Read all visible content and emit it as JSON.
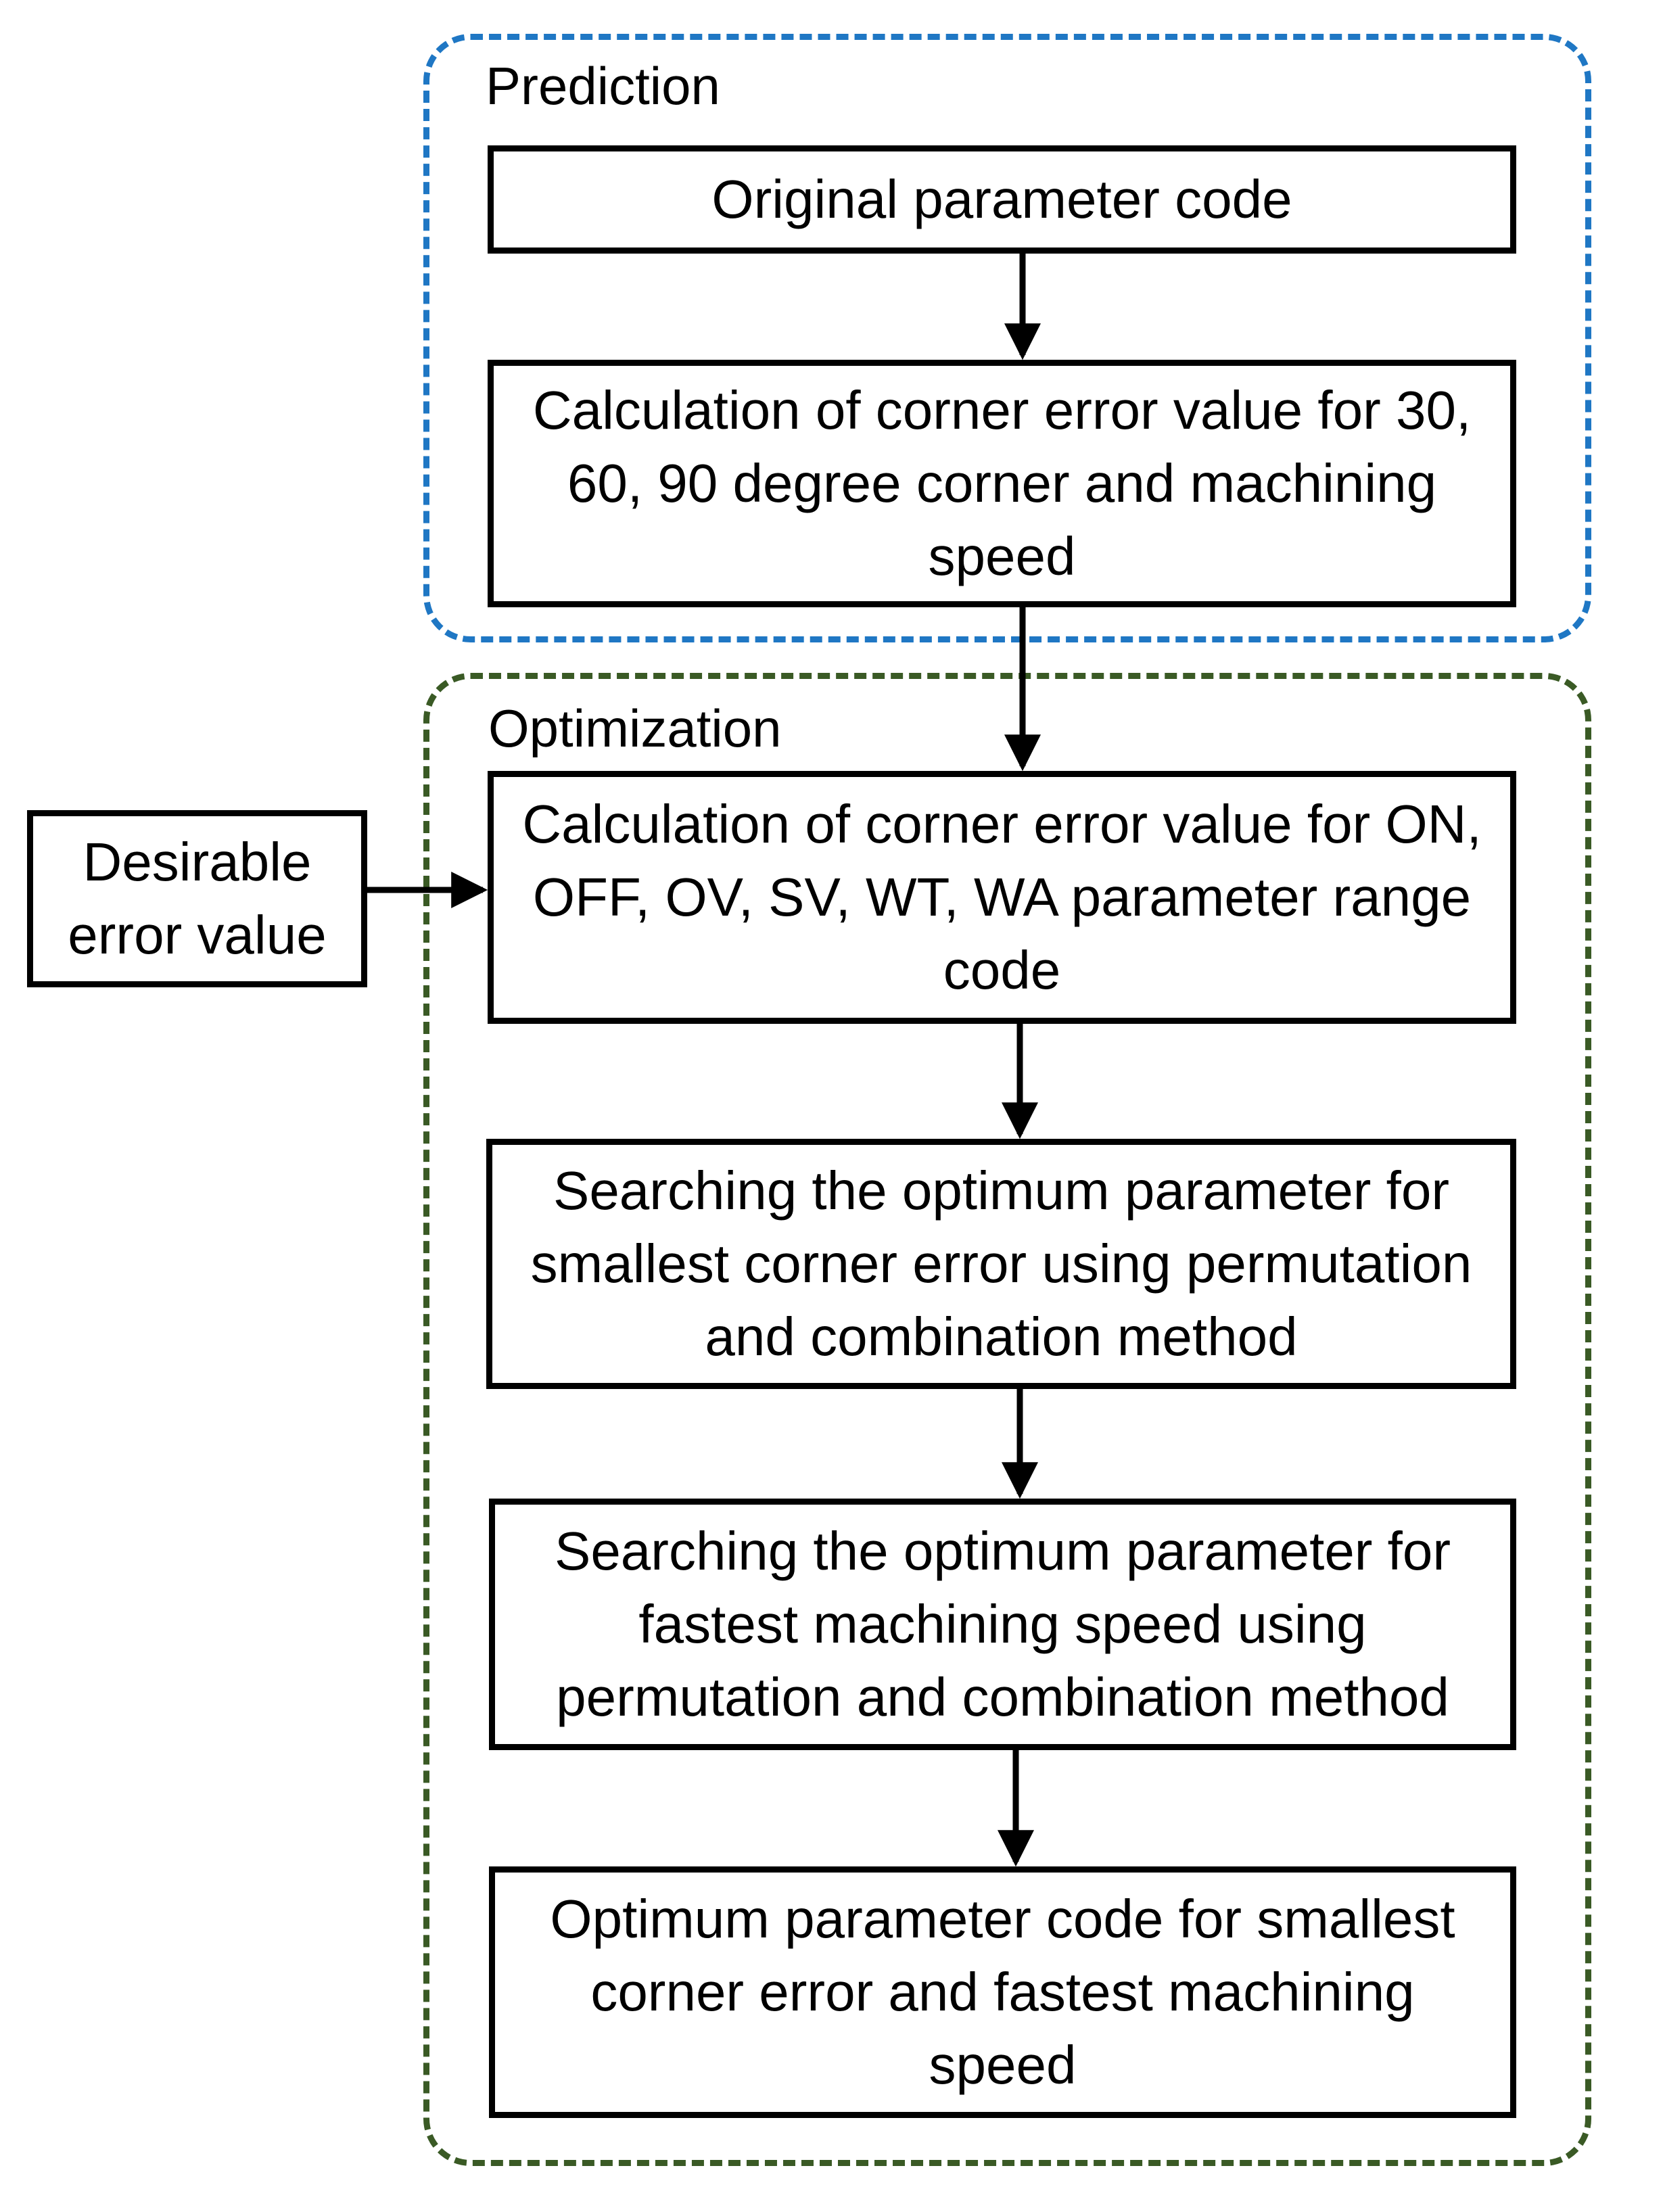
{
  "groups": {
    "prediction": {
      "label": "Prediction",
      "border_color": "#1f77c4"
    },
    "optimization": {
      "label": "Optimization",
      "border_color": "#3a5a25"
    }
  },
  "nodes": {
    "original": "Original parameter code",
    "prediction_calc": "Calculation of corner error value for 30, 60, 90 degree corner and machining speed",
    "range_calc": "Calculation of corner error value for ON, OFF, OV, SV, WT, WA parameter range code",
    "search_smallest": "Searching the optimum parameter for smallest corner error using permutation and combination method",
    "search_fastest": "Searching the optimum parameter for fastest machining speed using permutation and combination method",
    "final": "Optimum parameter code for smallest corner error and fastest machining speed",
    "desirable": "Desirable error value"
  },
  "edges": [
    {
      "from": "original",
      "to": "prediction_calc"
    },
    {
      "from": "prediction_calc",
      "to": "range_calc"
    },
    {
      "from": "desirable",
      "to": "range_calc"
    },
    {
      "from": "range_calc",
      "to": "search_smallest"
    },
    {
      "from": "search_smallest",
      "to": "search_fastest"
    },
    {
      "from": "search_fastest",
      "to": "final"
    }
  ]
}
